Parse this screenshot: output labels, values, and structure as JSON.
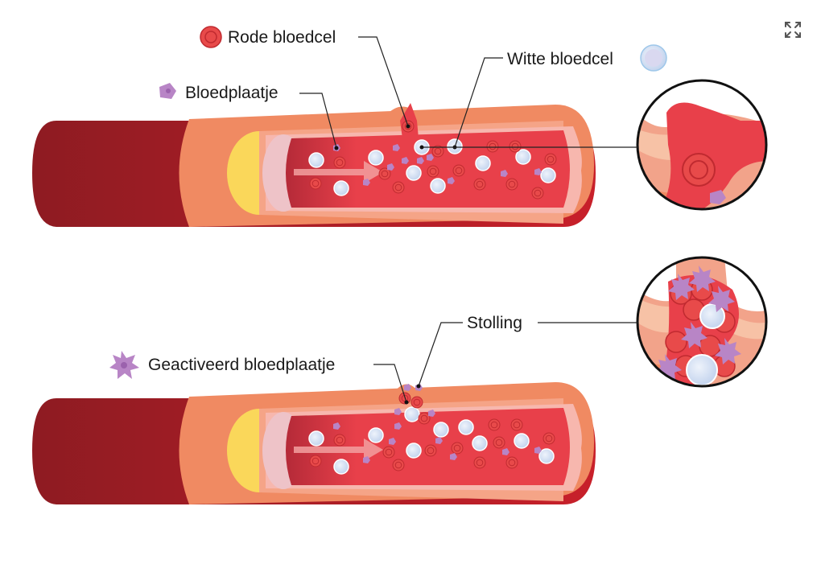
{
  "labels": {
    "red_cell": "Rode bloedcel",
    "white_cell": "Witte bloedcel",
    "platelet": "Bloedplaatje",
    "activated_platelet": "Geactiveerd bloedplaatje",
    "clotting": "Stolling"
  },
  "icons": {
    "fullscreen": "expand-icon"
  },
  "colors": {
    "vessel_outer_dark": "#8e1b22",
    "vessel_outer": "#c8202a",
    "vessel_wall": "#f08a62",
    "fat_layer": "#fad75a",
    "intima": "#f7b7ae",
    "lumen": "#e8404a",
    "red_cell": "#e84a4a",
    "white_cell": "#c9d9f2",
    "platelet": "#b885c6"
  }
}
